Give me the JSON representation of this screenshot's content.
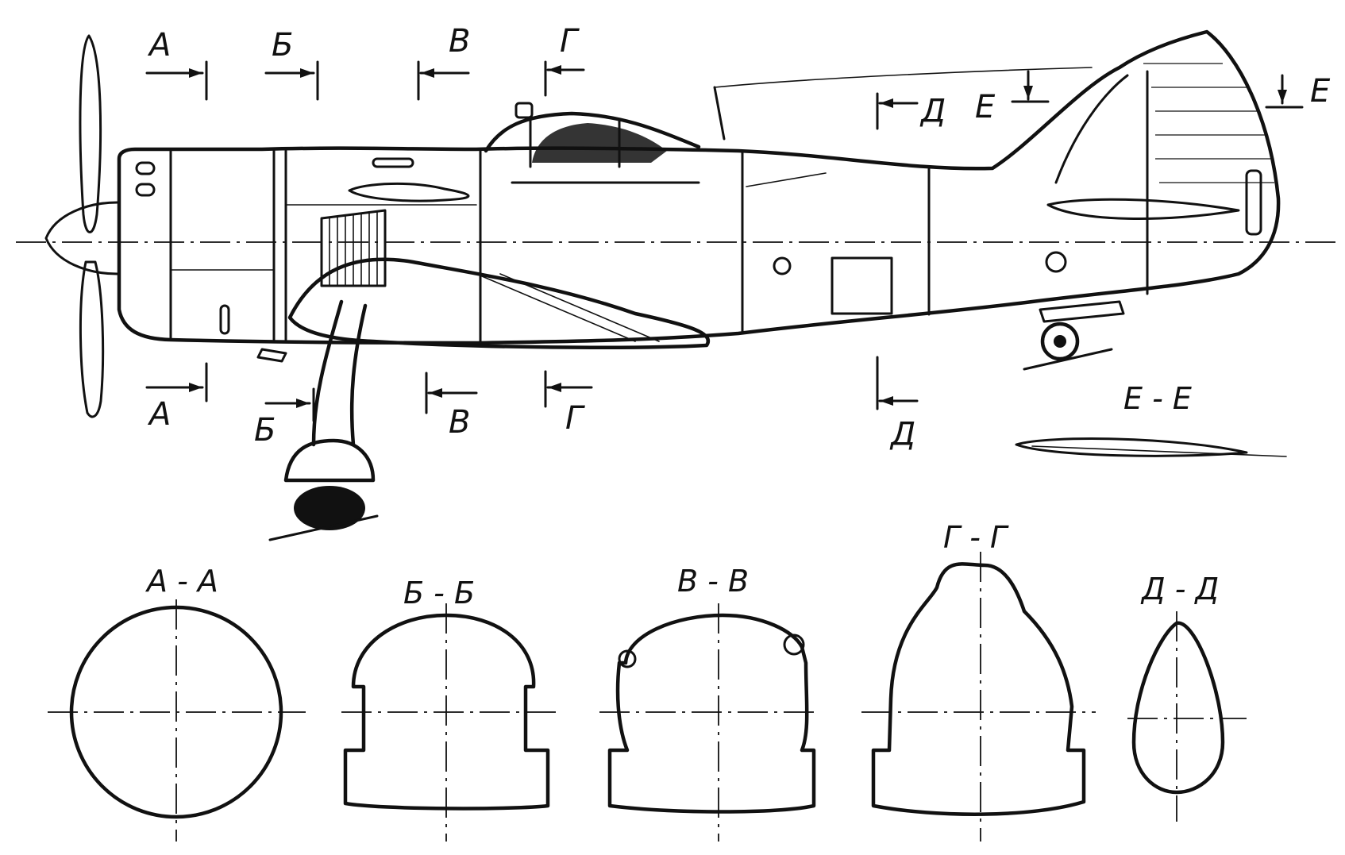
{
  "section_marks": {
    "a": "А",
    "b": "Б",
    "v": "В",
    "g": "Г",
    "d": "Д",
    "e": "Е"
  },
  "section_titles": {
    "aa": "А - А",
    "bb": "Б - Б",
    "vv": "В - В",
    "gg": "Г - Г",
    "dd": "Д - Д",
    "ee": "Е - Е"
  }
}
